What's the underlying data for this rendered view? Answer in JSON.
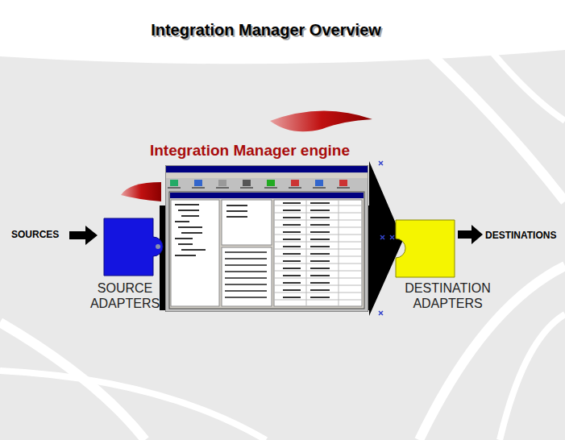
{
  "diagram": {
    "title": "Integration Manager Overview",
    "nodes": [
      {
        "text": [
          "SOURCE ADAPTERS"
        ]
      },
      {
        "text": [
          "Integration Manager engine"
        ]
      },
      {
        "text": [
          "DESTINATION ADAPTERS"
        ]
      }
    ],
    "labels": [
      "SOURCES",
      "DESTINATIONS"
    ]
  }
}
